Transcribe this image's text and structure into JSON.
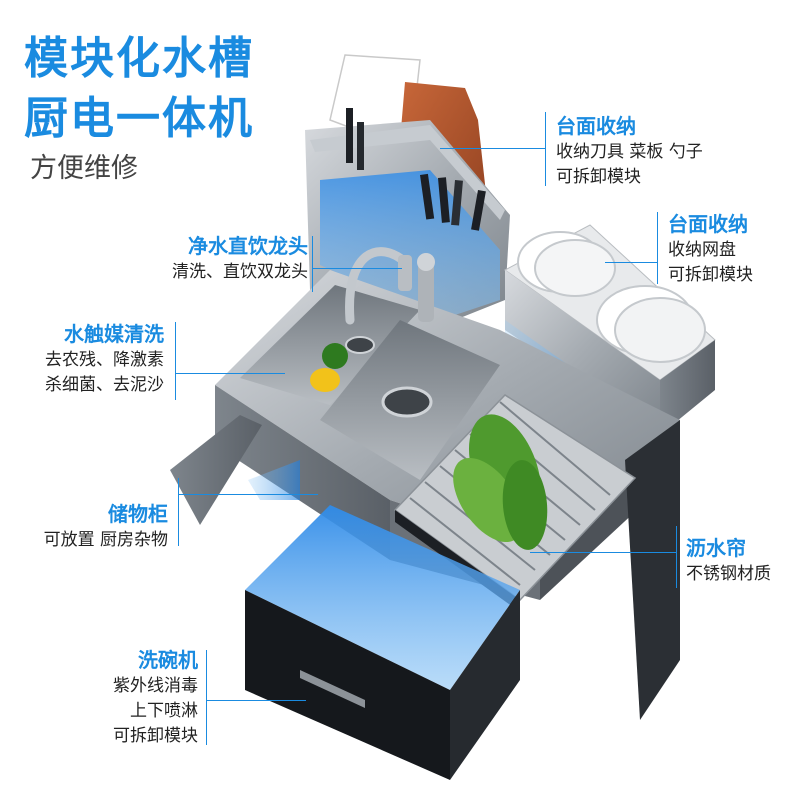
{
  "headline": {
    "line1": "模块化水槽",
    "line2": "厨电一体机",
    "subtitle": "方便维修"
  },
  "callouts": {
    "countertop_knife": {
      "title": "台面收纳",
      "lines": [
        "收纳刀具 菜板 勺子",
        "可拆卸模块"
      ]
    },
    "countertop_dish": {
      "title": "台面收纳",
      "lines": [
        "收纳网盘",
        "可拆卸模块"
      ]
    },
    "faucet": {
      "title": "净水直饮龙头",
      "lines": [
        "清洗、直饮双龙头"
      ]
    },
    "water_catalyst": {
      "title": "水触媒清洗",
      "lines": [
        "去农残、降激素",
        "杀细菌、去泥沙"
      ]
    },
    "cabinet": {
      "title": "储物柜",
      "lines": [
        "可放置 厨房杂物"
      ]
    },
    "drain_mat": {
      "title": "沥水帘",
      "lines": [
        "不锈钢材质"
      ]
    },
    "dishwasher": {
      "title": "洗碗机",
      "lines": [
        "紫外线消毒",
        "上下喷淋",
        "可拆卸模块"
      ]
    }
  },
  "colors": {
    "accent": "#1a8be0",
    "steel": "#9aa0a6",
    "dark_panel": "#1c1f24",
    "cutting_board": "#b0512a",
    "vegetable": "#4f9a2e",
    "lemon": "#f2c21a"
  },
  "icons": [
    "knife-icon",
    "cutting-board-icon",
    "plate-icon",
    "faucet-icon",
    "lettuce-icon",
    "lemon-icon",
    "pepper-icon"
  ]
}
